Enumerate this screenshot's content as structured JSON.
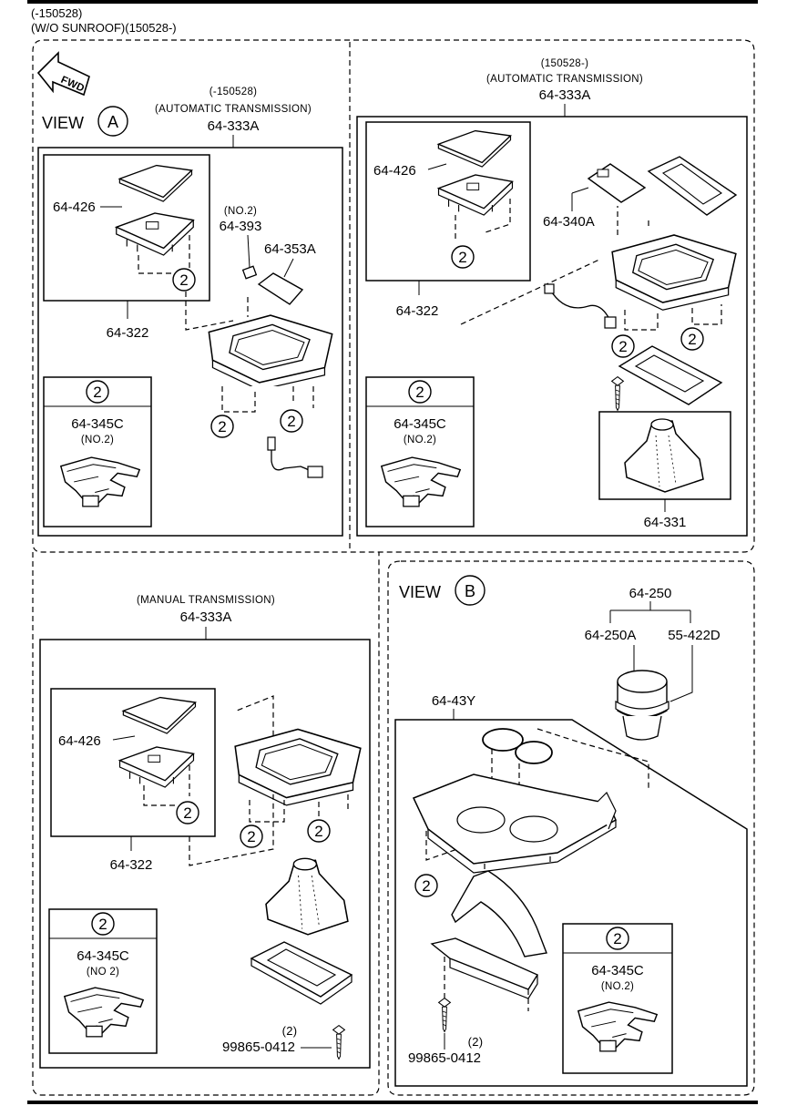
{
  "header": {
    "line1": "(-150528)",
    "line2": "(W/O SUNROOF)(150528-)"
  },
  "panel_a1": {
    "cond1": "(-150528)",
    "cond2": "(AUTOMATIC TRANSMISSION)",
    "group": "64-333A",
    "view_label": "VIEW",
    "view_letter": "A",
    "fwd": "FWD",
    "p1": "64-426",
    "p2": "64-322",
    "p3_note": "(NO.2)",
    "p3": "64-393",
    "p4": "64-353A",
    "sub_num": "2",
    "clip": "64-345C",
    "clip_note": "(NO.2)"
  },
  "panel_a2": {
    "cond1": "(150528-)",
    "cond2": "(AUTOMATIC TRANSMISSION)",
    "group": "64-333A",
    "p1": "64-426",
    "p2": "64-322",
    "p3": "64-340A",
    "boot": "64-331",
    "sub_num": "2",
    "clip": "64-345C",
    "clip_note": "(NO.2)"
  },
  "panel_m": {
    "cond": "(MANUAL TRANSMISSION)",
    "group": "64-333A",
    "p1": "64-426",
    "p2": "64-322",
    "sub_num": "2",
    "clip": "64-345C",
    "clip_note": "(NO 2)",
    "screw_qty": "(2)",
    "screw": "99865-0412"
  },
  "panel_b": {
    "view_label": "VIEW",
    "view_letter": "B",
    "group": "64-250",
    "holder_a": "64-250A",
    "holder_b": "55-422D",
    "console": "64-43Y",
    "sub_num": "2",
    "clip": "64-345C",
    "clip_note": "(NO.2)",
    "screw_qty": "(2)",
    "screw": "99865-0412"
  }
}
